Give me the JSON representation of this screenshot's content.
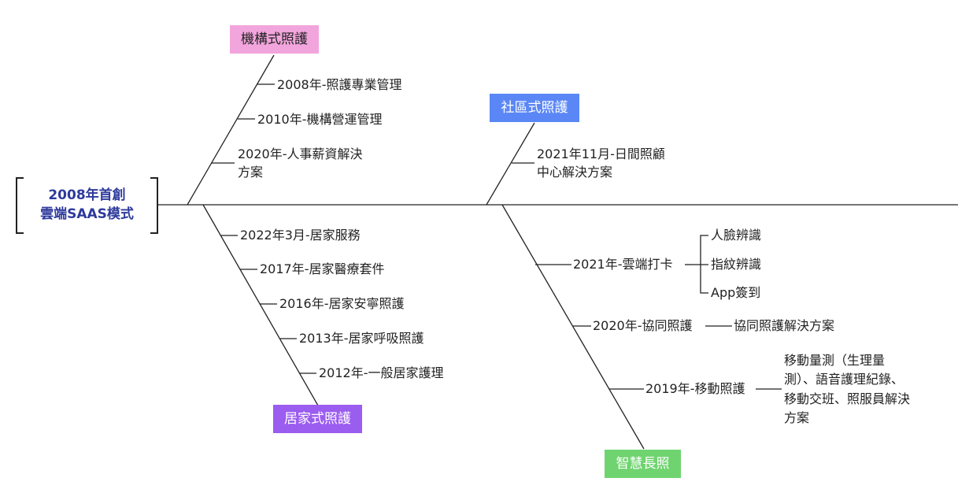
{
  "root": {
    "label": "2008年首創\n雲端SAAS模式"
  },
  "categories": {
    "institutional": {
      "label": "機構式照護",
      "color": "#f2a5dd"
    },
    "community": {
      "label": "社區式照護",
      "color": "#5b87f6"
    },
    "home": {
      "label": "居家式照護",
      "color": "#9b5cf0"
    },
    "smart": {
      "label": "智慧長照",
      "color": "#6fd46f"
    }
  },
  "items": {
    "inst_2008": "2008年-照護專業管理",
    "inst_2010": "2010年-機構營運管理",
    "inst_2020_l1": "2020年-人事薪資解決",
    "inst_2020_l2": "方案",
    "comm_2021_l1": "2021年11月-日間照顧",
    "comm_2021_l2": "中心解決方案",
    "home_2022": "2022年3月-居家服務",
    "home_2017": "2017年-居家醫療套件",
    "home_2016": "2016年-居家安寧照護",
    "home_2013": "2013年-居家呼吸照護",
    "home_2012": "2012年-一般居家護理",
    "smart_2021": "2021年-雲端打卡",
    "smart_2021_sub1": "人臉辨識",
    "smart_2021_sub2": "指紋辨識",
    "smart_2021_sub3": "App簽到",
    "smart_2020": "2020年-協同照護",
    "smart_2020_sub": "協同照護解決方案",
    "smart_2019": "2019年-移動照護",
    "smart_2019_sub_l1": "移動量測（生理量",
    "smart_2019_sub_l2": "測）、語音護理紀錄、",
    "smart_2019_sub_l3": "移動交班、照服員解決",
    "smart_2019_sub_l4": "方案"
  }
}
